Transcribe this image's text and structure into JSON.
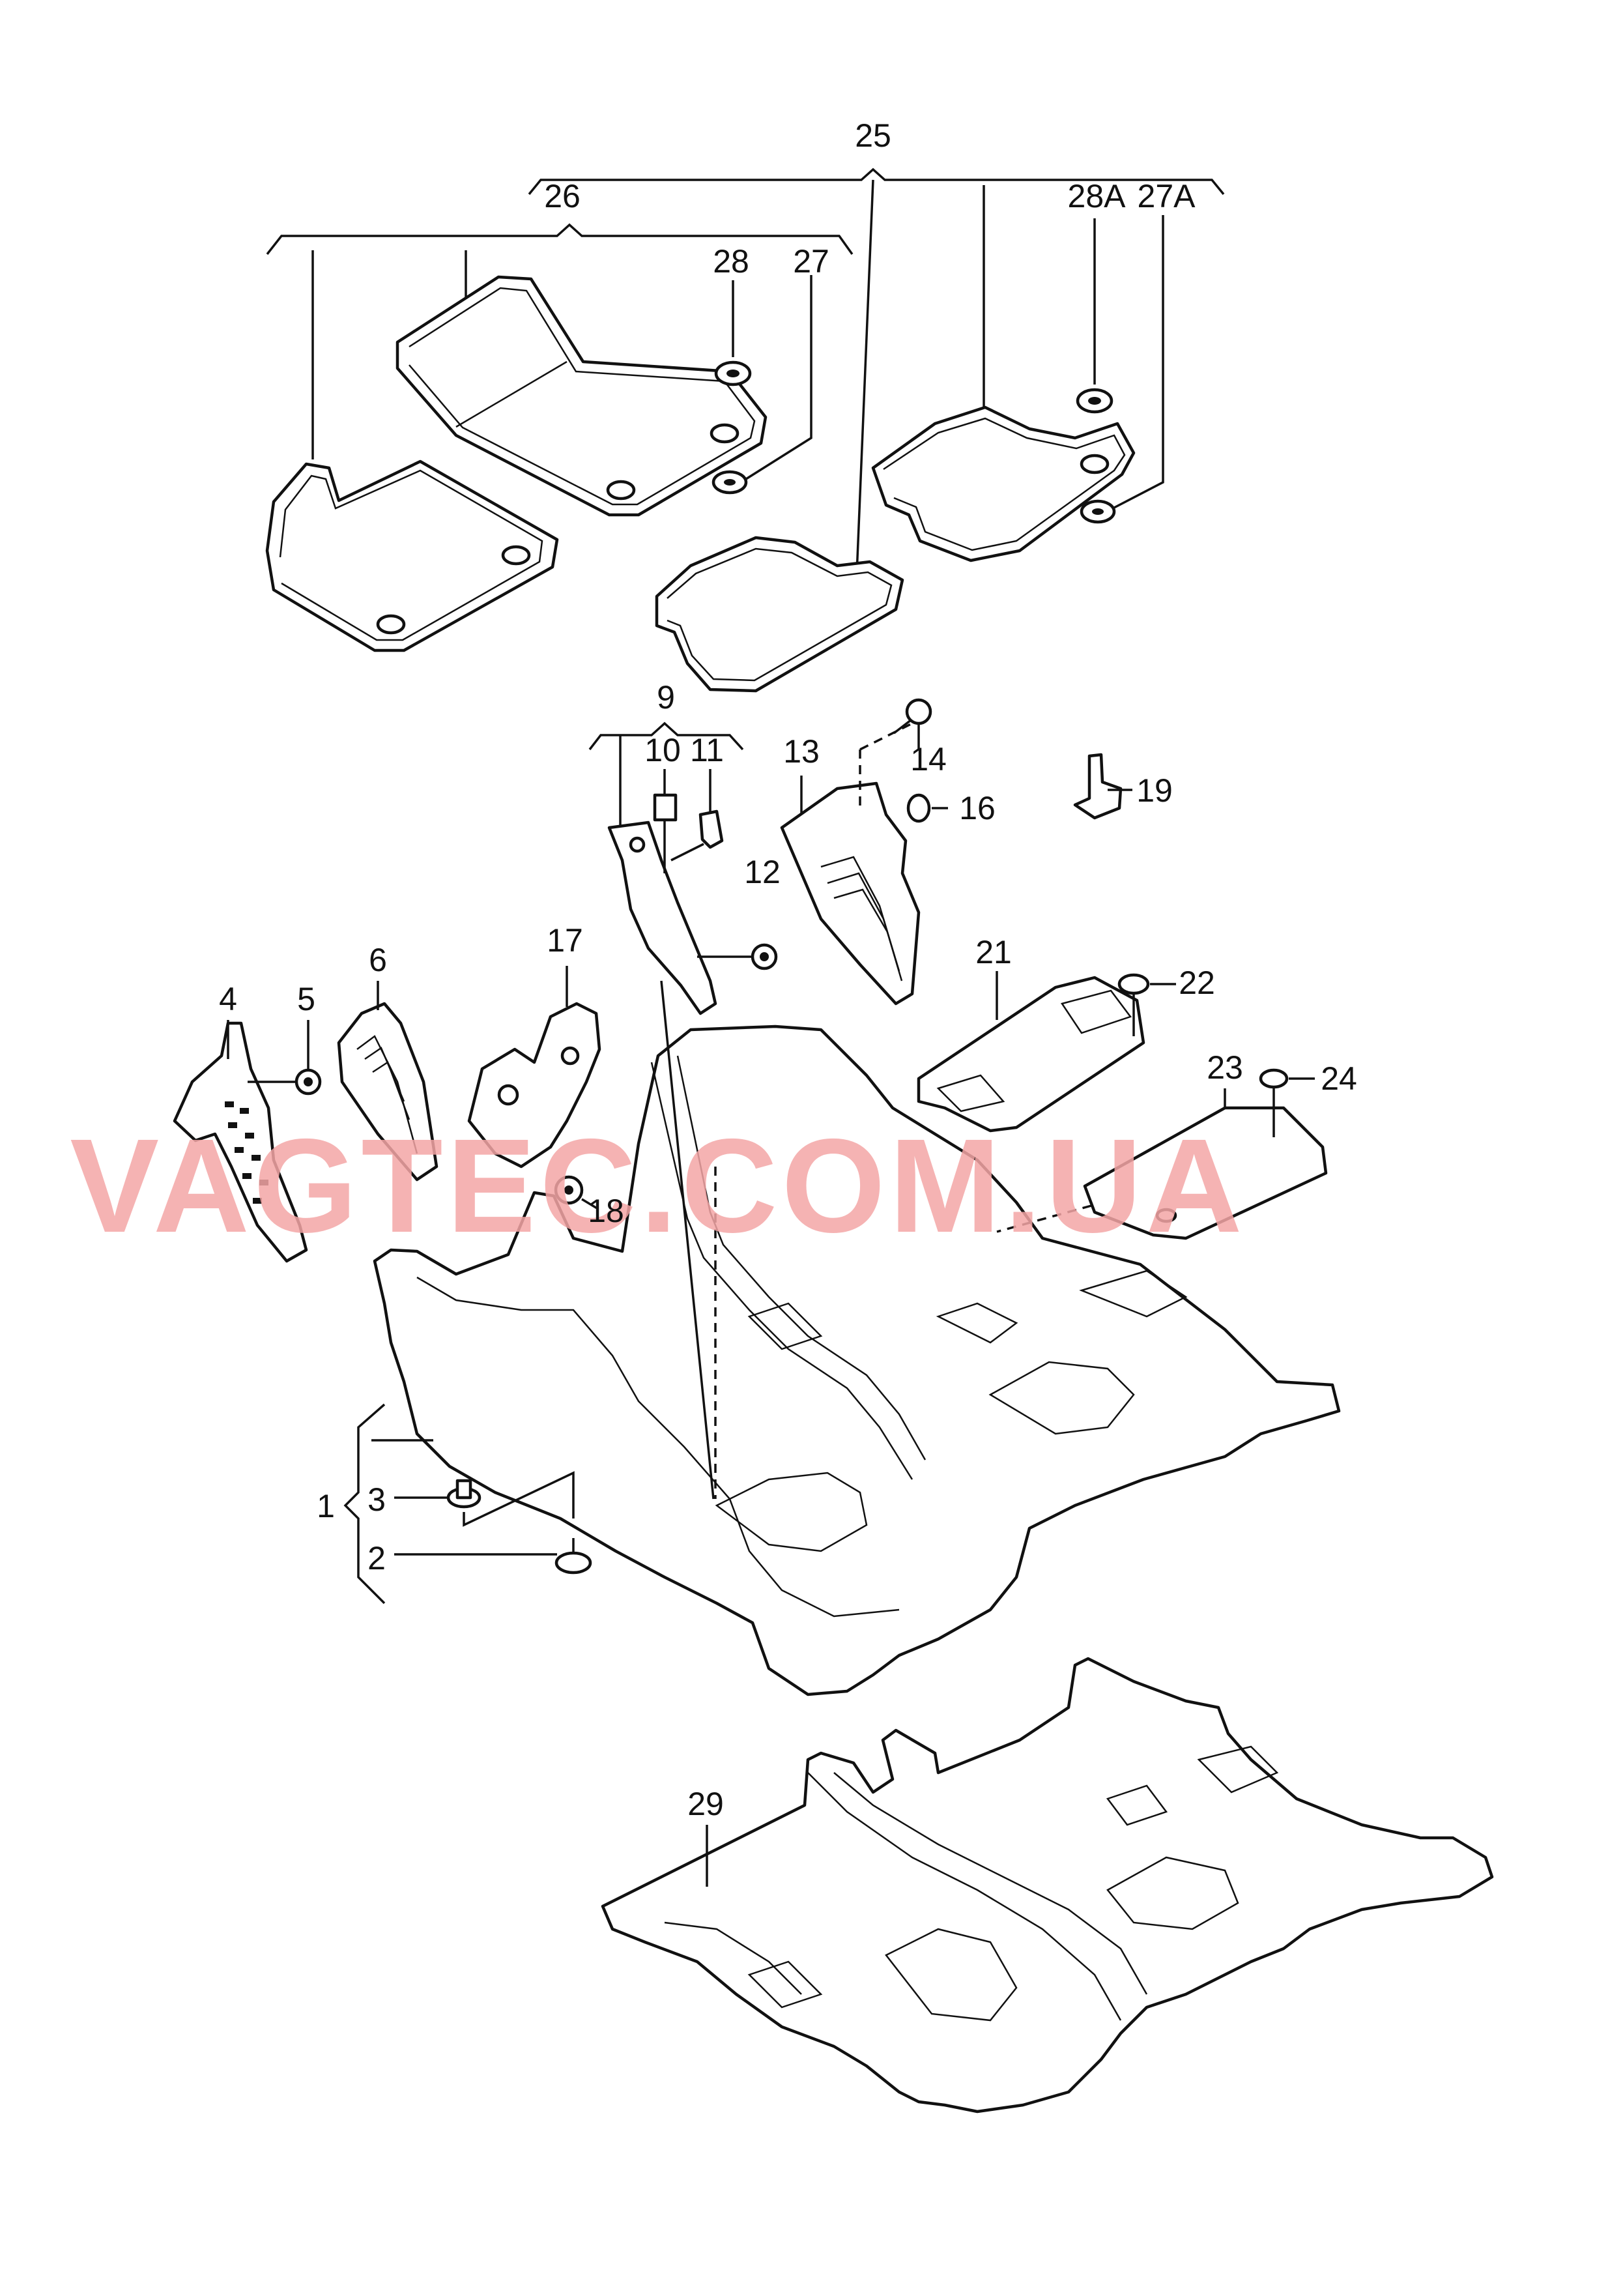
{
  "watermark": {
    "text": "VAGTEC.COM.UA",
    "color": "#f4a6a6"
  },
  "callouts": {
    "c1": "1",
    "c2": "2",
    "c3": "3",
    "c4": "4",
    "c5": "5",
    "c6": "6",
    "c9": "9",
    "c10": "10",
    "c11": "11",
    "c12": "12",
    "c13": "13",
    "c14": "14",
    "c16": "16",
    "c17": "17",
    "c18": "18",
    "c19": "19",
    "c21": "21",
    "c22": "22",
    "c23": "23",
    "c24": "24",
    "c25": "25",
    "c26": "26",
    "c27": "27",
    "c28": "28",
    "c27A": "27A",
    "c28A": "28A",
    "c29": "29"
  }
}
